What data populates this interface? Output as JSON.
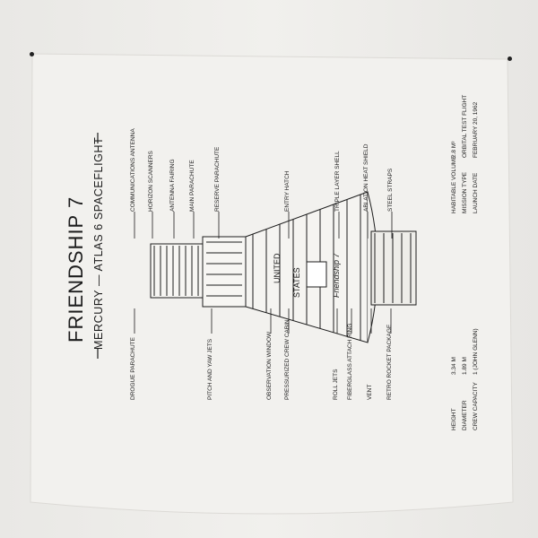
{
  "poster": {
    "title": "FRIENDSHIP 7",
    "subtitle": "MERCURY — ATLAS 6 SPACEFLIGHT",
    "labels_top": [
      "COMMUNICATIONS ANTENNA",
      "HORIZON SCANNERS",
      "ANTENNA FAIRING",
      "MAIN PARACHUTE",
      "RESERVE PARACHUTE",
      "ENTRY HATCH",
      "TRIPLE LAYER SHELL",
      "ABLATION HEAT SHIELD",
      "STEEL STRAPS"
    ],
    "labels_bottom": [
      "DROGUE PARACHUTE",
      "PITCH AND YAW JETS",
      "OBSERVATION WINDOW",
      "PRESSURIZED CREW CABIN",
      "ROLL JETS",
      "FIBERGLASS ATTACH RING",
      "VENT",
      "RETRO ROCKET PACKAGE"
    ],
    "specs_top": [
      {
        "label": "HABITABLE VOLUME",
        "value": "2.8 M³"
      },
      {
        "label": "MISSION TYPE",
        "value": "ORBITAL TEST FLIGHT"
      },
      {
        "label": "LAUNCH DATE",
        "value": "FEBRUARY 20, 1962"
      }
    ],
    "specs_bottom": [
      {
        "label": "HEIGHT",
        "value": "3.34 M"
      },
      {
        "label": "DIAMETER",
        "value": "1.89 M"
      },
      {
        "label": "CREW CAPACITY",
        "value": "1 (JOHN GLENN)"
      }
    ],
    "capsule_markings": [
      "UNITED",
      "STATES",
      "Friendship 7"
    ]
  },
  "colors": {
    "ink": "#1d1d1d",
    "fabric": "#ecebe8",
    "wall": "#e8e7e4"
  }
}
